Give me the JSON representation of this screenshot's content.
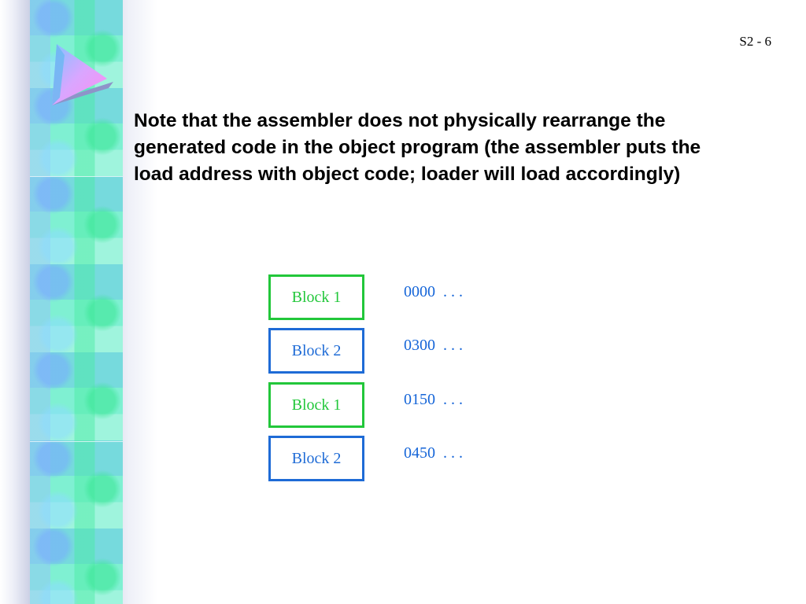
{
  "slide": {
    "number": "S2 - 6",
    "note": "Note that the assembler does not physically rearrange the generated code in the object program (the assembler puts the load address with object code; loader will load accordingly)"
  },
  "blocks": [
    {
      "label": "Block 1",
      "address": "0000  . . .",
      "color": "#22c73a"
    },
    {
      "label": "Block 2",
      "address": "0300  . . .",
      "color": "#1e6bd6"
    },
    {
      "label": "Block 1",
      "address": "0150  . . .",
      "color": "#22c73a"
    },
    {
      "label": "Block 2",
      "address": "0450  . . .",
      "color": "#1e6bd6"
    }
  ],
  "decor": {
    "logo_icon": "triangle-logo-icon",
    "band_colors": [
      "#7ff0d2",
      "#96beff",
      "#46eba0"
    ]
  }
}
